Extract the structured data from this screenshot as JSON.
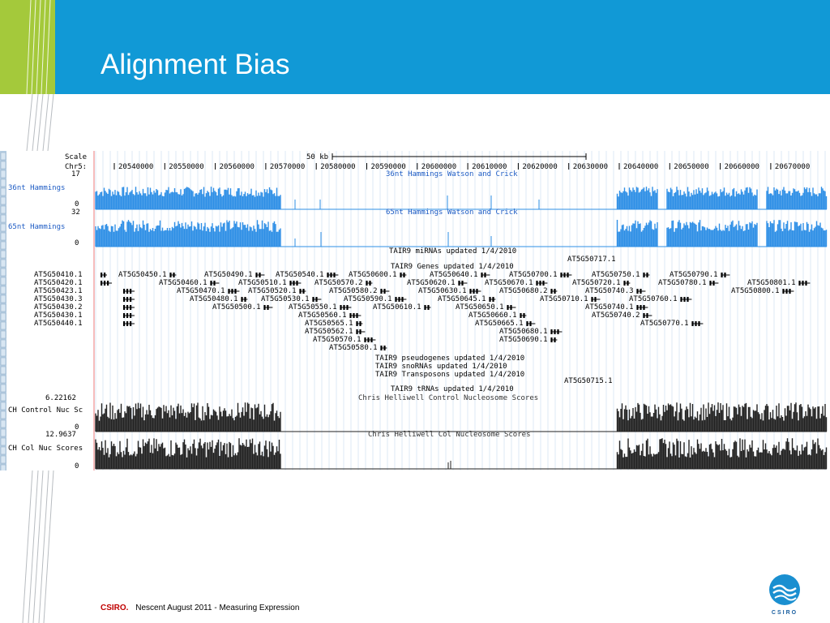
{
  "slide": {
    "title": "Alignment Bias"
  },
  "footer": {
    "brand": "CSIRO.",
    "text": "Nescent August 2011 - Measuring Expression"
  },
  "logo": {
    "text": "CSIRO"
  },
  "browser": {
    "scale_label": "Scale",
    "scale_value": "50 kb",
    "chrom_label": "Chr5:",
    "positions": [
      "20540000",
      "20550000",
      "20560000",
      "20570000",
      "20580000",
      "20590000",
      "20600000",
      "20610000",
      "20620000",
      "20630000",
      "20640000",
      "20650000",
      "20660000",
      "20670000"
    ],
    "tracks": {
      "t36": {
        "name": "36nt Hammings",
        "title": "36nt Hammings Watson and Crick",
        "max": "17",
        "min": "0"
      },
      "t65": {
        "name": "65nt Hammings",
        "title": "65nt Hammings Watson and Crick",
        "max": "32",
        "min": "0"
      },
      "mirna": {
        "title": "TAIR9 miRNAs updated 1/4/2010",
        "gene": "AT5G50717.1"
      },
      "genes": {
        "title": "TAIR9 Genes updated 1/4/2010",
        "left_labels": [
          "AT5G50410.1",
          "AT5G50420.1",
          "AT5G50423.1",
          "AT5G50430.3",
          "AT5G50430.2",
          "AT5G50430.1",
          "AT5G50440.1"
        ],
        "rows": [
          [
            "AT5G50450.1",
            "AT5G50490.1",
            "AT5G50540.1",
            "AT5G50600.1",
            "AT5G50640.1",
            "AT5G50700.1",
            "AT5G50750.1",
            "AT5G50790.1"
          ],
          [
            "AT5G50460.1",
            "AT5G50510.1",
            "AT5G50570.2",
            "AT5G50620.1",
            "AT5G50670.1",
            "AT5G50720.1",
            "AT5G50780.1",
            "AT5G50801.1"
          ],
          [
            "AT5G50470.1",
            "AT5G50520.1",
            "AT5G50580.2",
            "AT5G50630.1",
            "AT5G50680.2",
            "AT5G50740.3",
            "AT5G50800.1"
          ],
          [
            "AT5G50480.1",
            "AT5G50530.1",
            "AT5G50590.1",
            "AT5G50645.1",
            "AT5G50710.1",
            "AT5G50760.1"
          ],
          [
            "AT5G50500.1",
            "AT5G50550.1",
            "AT5G50610.1",
            "AT5G50650.1",
            "AT5G50740.1"
          ],
          [
            "AT5G50560.1",
            "AT5G50660.1",
            "AT5G50740.2"
          ],
          [
            "AT5G50565.1",
            "AT5G50665.1",
            "AT5G50770.1"
          ],
          [
            "AT5G50562.1",
            "AT5G50680.1"
          ],
          [
            "AT5G50570.1",
            "AT5G50690.1"
          ],
          [
            "AT5G50580.1"
          ]
        ]
      },
      "pseudo": "TAIR9 pseudogenes updated 1/4/2010",
      "snorna": "TAIR9 snoRNAs updated 1/4/2010",
      "transposons": "TAIR9 Transposons updated 1/4/2010",
      "transposon_gene": "AT5G50715.1",
      "trna": "TAIR9 tRNAs updated 1/4/2010",
      "chctrl": {
        "name": "CH Control Nuc Sc",
        "title": "Chris Helliwell Control Nucleosome Scores",
        "max": "6.22162",
        "min": "0"
      },
      "chcol": {
        "name": "CH Col Nuc Scores",
        "title": "Chris Helliwell Col Nucleosome Scores",
        "max": "12.9637",
        "min": "0"
      }
    }
  },
  "colors": {
    "header": "#1199d6",
    "green": "#a4c93b",
    "signal": "#2e8fe6",
    "track_title": "#1e5cc4",
    "brand": "#c00000"
  }
}
